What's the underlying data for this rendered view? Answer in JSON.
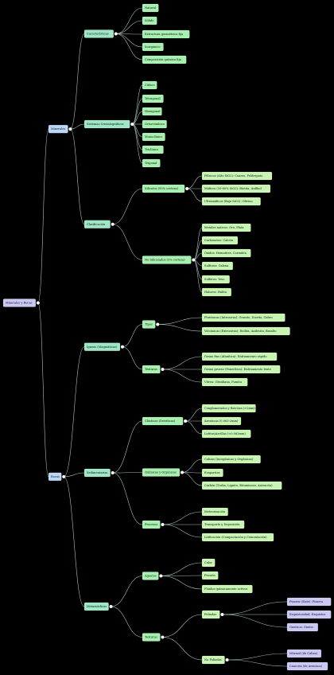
{
  "colors": {
    "background": "#000000",
    "level_purple": "#cbc8f5",
    "level_blue": "#bcd6f7",
    "level_teal": "#9fe6c6",
    "level_green": "#a8f0b0",
    "level_lime": "#c8f5b4",
    "edge": "#c7e3df"
  },
  "root": {
    "label": "Minerales y Rocas",
    "children": [
      {
        "label": "Minerales",
        "children": [
          {
            "label": "Características",
            "children": [
              {
                "label": "Natural"
              },
              {
                "label": "Sólido"
              },
              {
                "label": "Estructura geométrica fija"
              },
              {
                "label": "Inorgánico"
              },
              {
                "label": "Composición química fija"
              }
            ]
          },
          {
            "label": "Sistemas Cristalográficos",
            "children": [
              {
                "label": "Cúbico"
              },
              {
                "label": "Tetragonal"
              },
              {
                "label": "Hexagonal"
              },
              {
                "label": "Ortorrómbico"
              },
              {
                "label": "Monoclínico"
              },
              {
                "label": "Triclínico"
              },
              {
                "label": "Trigonal"
              }
            ]
          },
          {
            "label": "Clasificación",
            "children": [
              {
                "label": "Silicatos (95% corteza)",
                "children": [
                  {
                    "label": "Félsicos (Alto SiO2): Cuarzo, Feldespato"
                  },
                  {
                    "label": "Máficos (50-60% SiO2): Biotita, Anfíbol"
                  },
                  {
                    "label": "Ultramáficos (Bajo SiO2): Olivino"
                  }
                ]
              },
              {
                "label": "No Silicatados (5% corteza)",
                "children": [
                  {
                    "label": "Metales nativos: Oro, Plata"
                  },
                  {
                    "label": "Carbonatos: Calcita"
                  },
                  {
                    "label": "Óxidos: Hematites, Corindón"
                  },
                  {
                    "label": "Sulfuros: Galena"
                  },
                  {
                    "label": "Sulfatos: Yeso"
                  },
                  {
                    "label": "Haluros: Halita"
                  }
                ]
              }
            ]
          }
        ]
      },
      {
        "label": "Rocas",
        "children": [
          {
            "label": "Ígneas (Magmáticas)",
            "children": [
              {
                "label": "Tipos",
                "children": [
                  {
                    "label": "Plutónicas (Intrusivas): Granito, Diorita, Gabro"
                  },
                  {
                    "label": "Volcánicas (Extrusivas): Riolita, Andesita, Basalto"
                  }
                ]
              },
              {
                "label": "Texturas",
                "children": [
                  {
                    "label": "Grano fino (Afanítica): Enfriamiento rápido"
                  },
                  {
                    "label": "Grano grueso (Fanerítica): Enfriamiento lento"
                  },
                  {
                    "label": "Vítrea: Obsidiana, Pumita"
                  }
                ]
              }
            ]
          },
          {
            "label": "Sedimentarias",
            "children": [
              {
                "label": "Clásticas (Detríticas)",
                "children": [
                  {
                    "label": "Conglomerados y Brechas (>2mm)"
                  },
                  {
                    "label": "Areniscas (0.063-2mm)"
                  },
                  {
                    "label": "Lutitas/Arcillas (<0.063mm)"
                  }
                ]
              },
              {
                "label": "Químicas y Orgánicas",
                "children": [
                  {
                    "label": "Calizas (Inorgánicas y Orgánicas)"
                  },
                  {
                    "label": "Evaporitas"
                  },
                  {
                    "label": "Carbón (Turba, Lignito, Bituminoso, Antracita)"
                  }
                ]
              },
              {
                "label": "Procesos",
                "children": [
                  {
                    "label": "Meteorización"
                  },
                  {
                    "label": "Transporte y Deposición"
                  },
                  {
                    "label": "Litificación (Compactación y Cementación)"
                  }
                ]
              }
            ]
          },
          {
            "label": "Metamórficas",
            "children": [
              {
                "label": "Agentes",
                "children": [
                  {
                    "label": "Calor"
                  },
                  {
                    "label": "Presión"
                  },
                  {
                    "label": "Fluidos químicamente activos"
                  }
                ]
              },
              {
                "label": "Texturas",
                "children": [
                  {
                    "label": "Foliadas",
                    "children": [
                      {
                        "label": "Pizarra (Slate): Pizarra"
                      },
                      {
                        "label": "Esquistosidad: Esquistos"
                      },
                      {
                        "label": "Gneísica: Gneiss"
                      }
                    ]
                  },
                  {
                    "label": "No Foliadas",
                    "children": [
                      {
                        "label": "Mármol (de Caliza)"
                      },
                      {
                        "label": "Cuarcita (de Arenisca)"
                      }
                    ]
                  }
                ]
              }
            ]
          }
        ]
      }
    ]
  }
}
